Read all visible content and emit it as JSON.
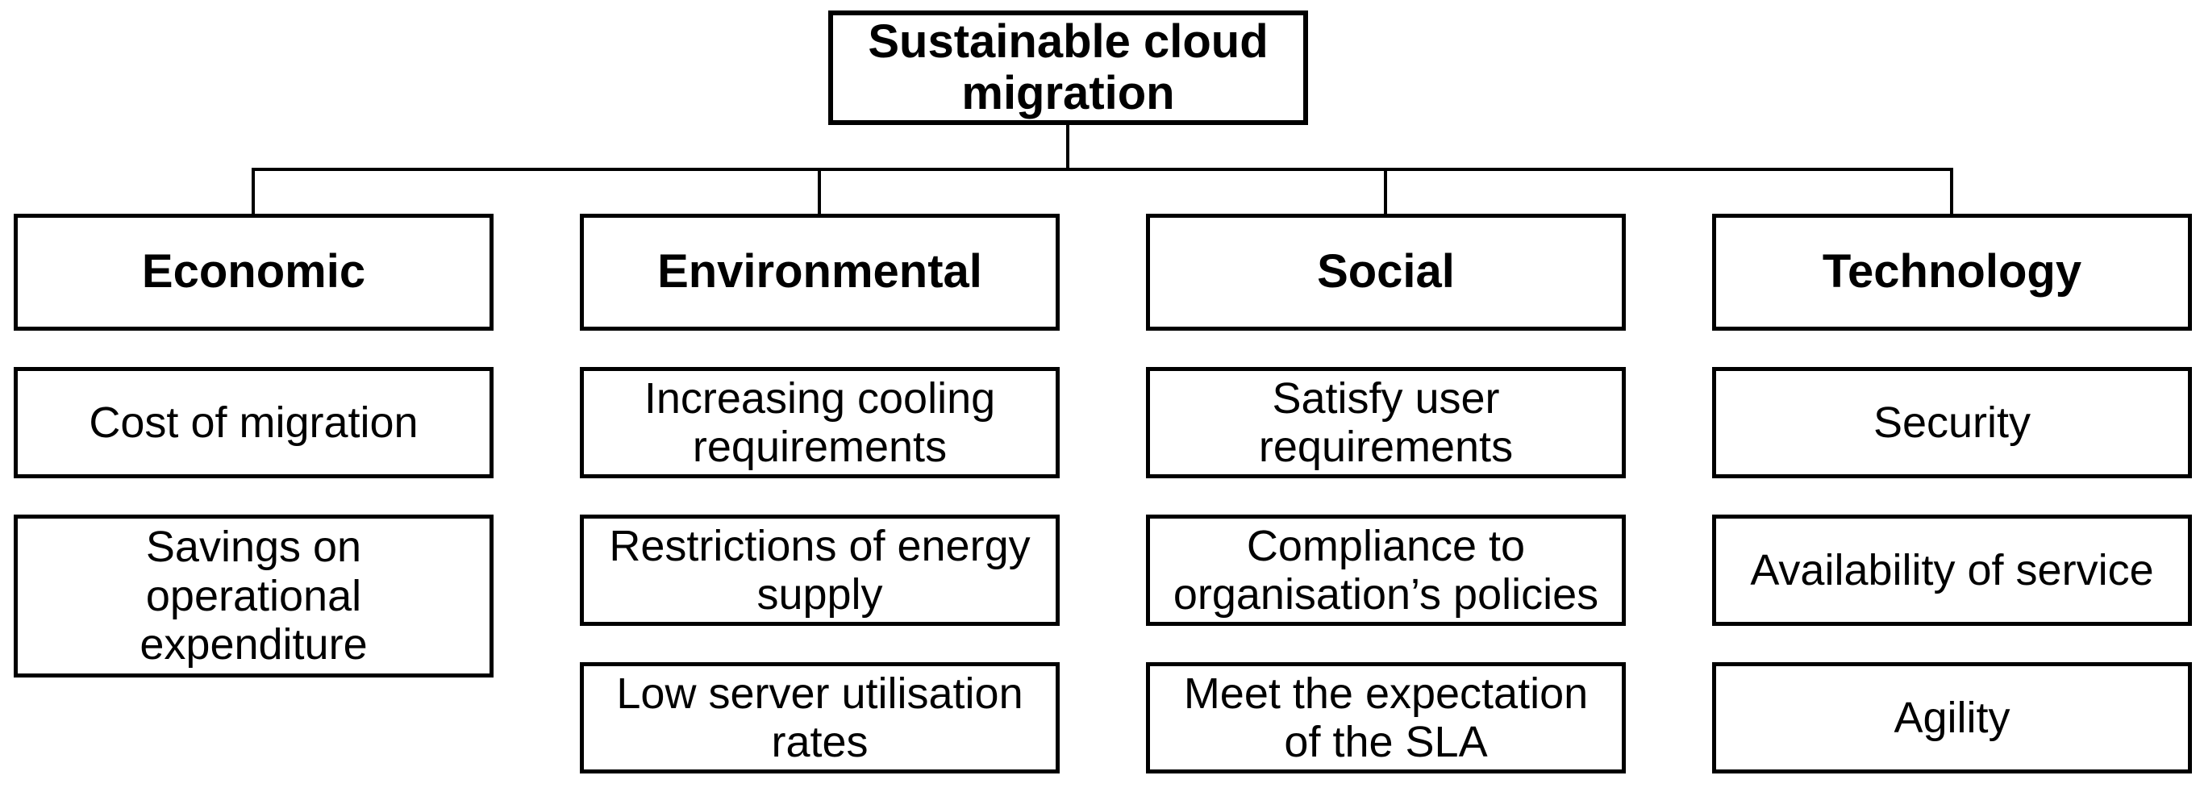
{
  "diagram": {
    "root": {
      "label": "Sustainable cloud migration"
    },
    "columns": [
      {
        "header": "Economic",
        "items": [
          "Cost of migration",
          "Savings on operational expenditure"
        ]
      },
      {
        "header": "Environmental",
        "items": [
          "Increasing cooling requirements",
          "Restrictions of energy supply",
          "Low server utilisation rates"
        ]
      },
      {
        "header": "Social",
        "items": [
          "Satisfy user requirements",
          "Compliance to organisation’s policies",
          "Meet the expectation of the SLA"
        ]
      },
      {
        "header": "Technology",
        "items": [
          "Security",
          "Availability of service",
          "Agility"
        ]
      }
    ],
    "colors": {
      "line": "#000000",
      "box_border": "#000000",
      "background": "#ffffff",
      "text": "#000000"
    }
  }
}
